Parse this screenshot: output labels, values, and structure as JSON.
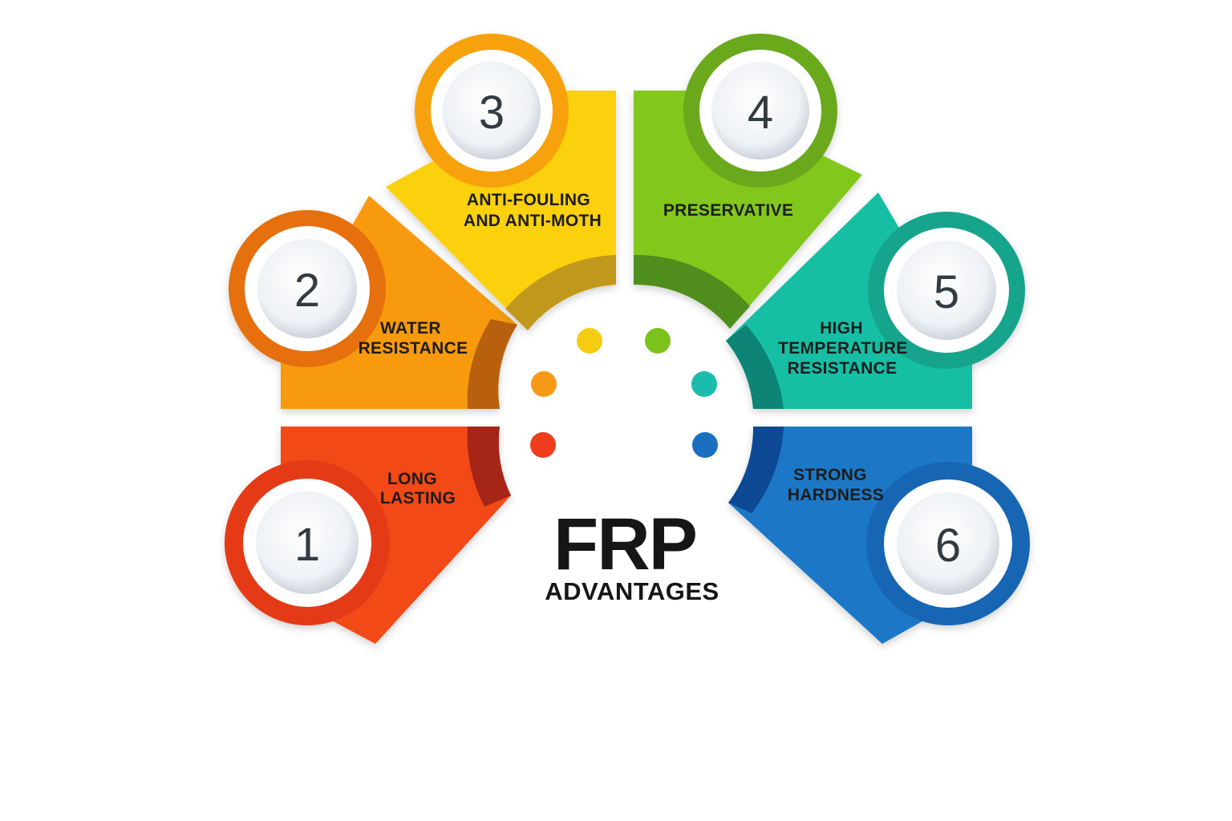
{
  "title": {
    "main": "FRP",
    "sub": "ADVANTAGES"
  },
  "segments": [
    {
      "number": "1",
      "lines": [
        "LONG",
        "LASTING"
      ],
      "color": "#f24a17",
      "dark": "#a52712",
      "badge": "#e43a12",
      "dot": "#ee3c1c"
    },
    {
      "number": "2",
      "lines": [
        "WATER",
        "RESISTANCE"
      ],
      "color": "#f79a0f",
      "dark": "#b8600e",
      "badge": "#e6700d",
      "dot": "#f89a18"
    },
    {
      "number": "3",
      "lines": [
        "ANTI-FOULING",
        "AND ANTI-MOTH"
      ],
      "color": "#fbd011",
      "dark": "#c0981a",
      "badge": "#f7a20a",
      "dot": "#f5cd10"
    },
    {
      "number": "4",
      "lines": [
        "PRESERVATIVE"
      ],
      "color": "#82c71b",
      "dark": "#4f8e1d",
      "badge": "#6ba91a",
      "dot": "#7cc21c"
    },
    {
      "number": "5",
      "lines": [
        "HIGH",
        "TEMPERATURE",
        "RESISTANCE"
      ],
      "color": "#17bfa4",
      "dark": "#0c8474",
      "badge": "#16a48d",
      "dot": "#1bbcab"
    },
    {
      "number": "6",
      "lines": [
        "STRONG",
        "HARDNESS"
      ],
      "color": "#1a78c6",
      "dark": "#0c4a94",
      "badge": "#1566b4",
      "dot": "#1a6fbf"
    }
  ]
}
